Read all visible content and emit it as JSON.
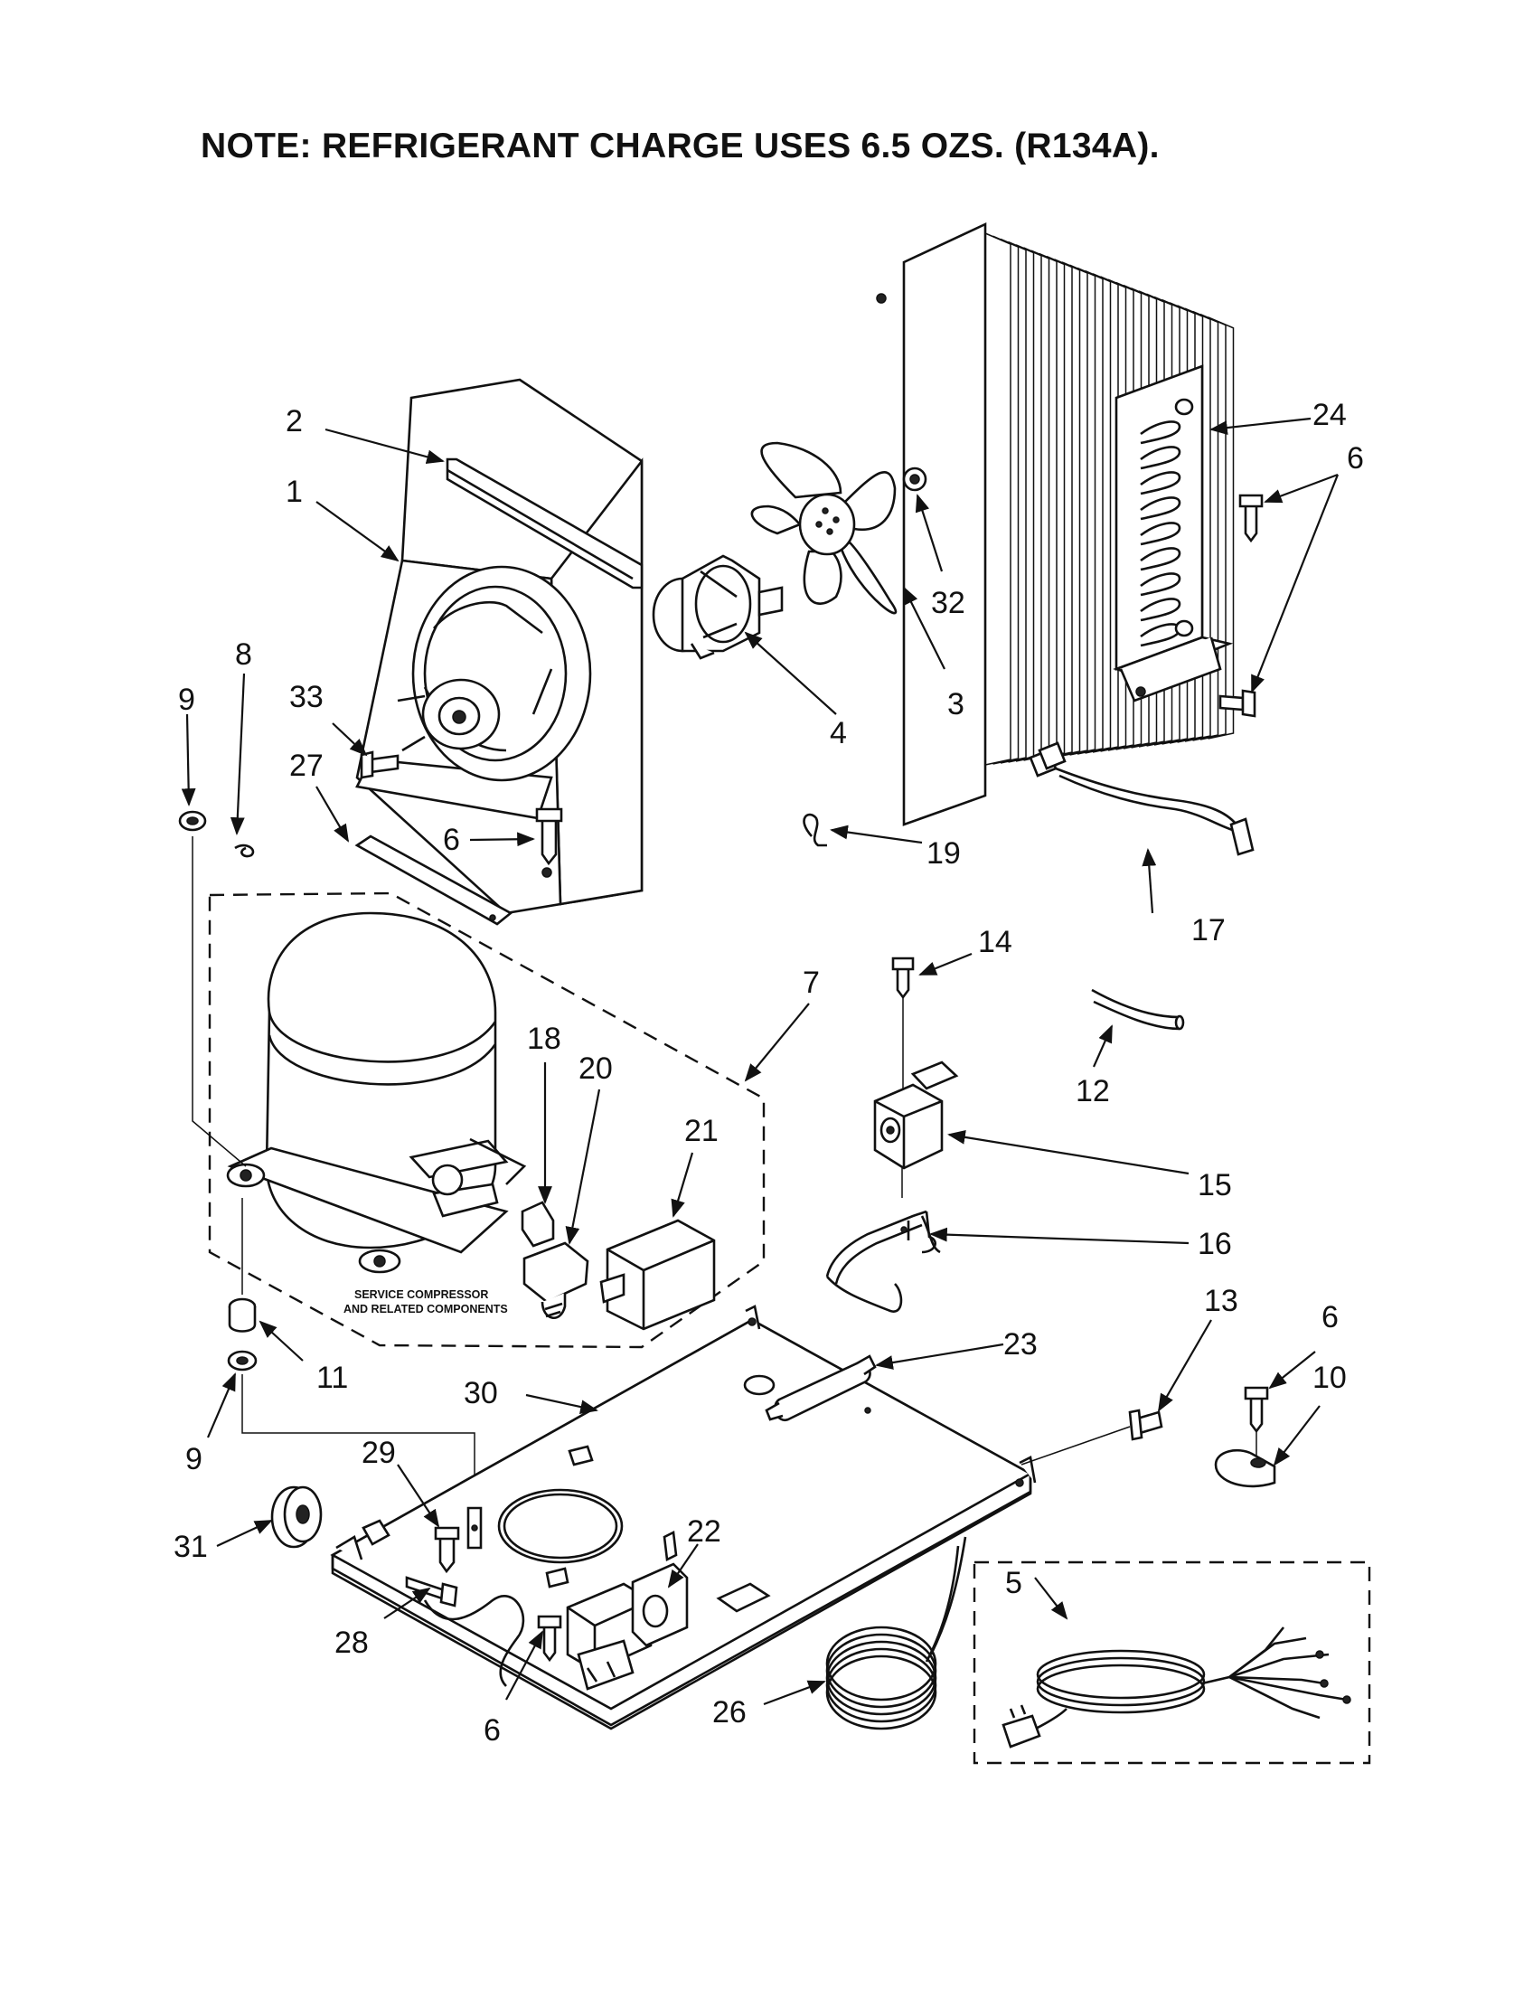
{
  "note": "NOTE: REFRIGERANT CHARGE USES 6.5 OZS. (R134A).",
  "inset_label": [
    "SERVICE COMPRESSOR",
    "AND RELATED COMPONENTS"
  ],
  "callouts": [
    {
      "id": "c1",
      "text": "1"
    },
    {
      "id": "c2",
      "text": "2"
    },
    {
      "id": "c3",
      "text": "3"
    },
    {
      "id": "c4",
      "text": "4"
    },
    {
      "id": "c5",
      "text": "5"
    },
    {
      "id": "c6a",
      "text": "6"
    },
    {
      "id": "c6b",
      "text": "6"
    },
    {
      "id": "c6c",
      "text": "6"
    },
    {
      "id": "c6d",
      "text": "6"
    },
    {
      "id": "c7",
      "text": "7"
    },
    {
      "id": "c8",
      "text": "8"
    },
    {
      "id": "c9a",
      "text": "9"
    },
    {
      "id": "c9b",
      "text": "9"
    },
    {
      "id": "c10",
      "text": "10"
    },
    {
      "id": "c11",
      "text": "11"
    },
    {
      "id": "c12",
      "text": "12"
    },
    {
      "id": "c13",
      "text": "13"
    },
    {
      "id": "c14",
      "text": "14"
    },
    {
      "id": "c15",
      "text": "15"
    },
    {
      "id": "c16",
      "text": "16"
    },
    {
      "id": "c17",
      "text": "17"
    },
    {
      "id": "c18",
      "text": "18"
    },
    {
      "id": "c19",
      "text": "19"
    },
    {
      "id": "c20",
      "text": "20"
    },
    {
      "id": "c21",
      "text": "21"
    },
    {
      "id": "c22",
      "text": "22"
    },
    {
      "id": "c23",
      "text": "23"
    },
    {
      "id": "c24",
      "text": "24"
    },
    {
      "id": "c26",
      "text": "26"
    },
    {
      "id": "c27",
      "text": "27"
    },
    {
      "id": "c28",
      "text": "28"
    },
    {
      "id": "c29",
      "text": "29"
    },
    {
      "id": "c30",
      "text": "30"
    },
    {
      "id": "c31",
      "text": "31"
    },
    {
      "id": "c32",
      "text": "32"
    },
    {
      "id": "c33",
      "text": "33"
    }
  ]
}
